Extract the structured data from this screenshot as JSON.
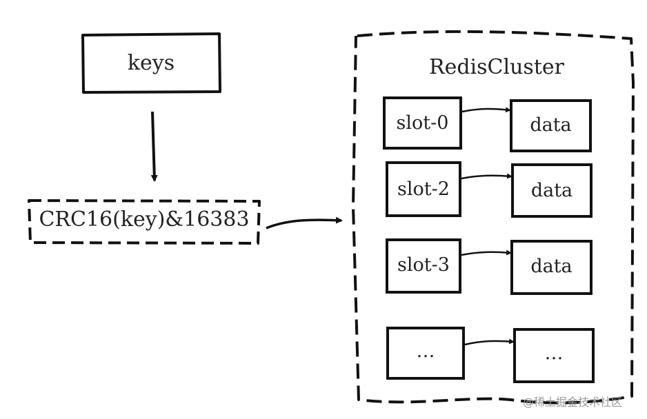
{
  "keys_label": "keys",
  "hash_label": "CRC16(key)&16383",
  "cluster_title": "RedisCluster",
  "slots": [
    {
      "slot": "slot-0",
      "data": "data"
    },
    {
      "slot": "slot-2",
      "data": "data"
    },
    {
      "slot": "slot-3",
      "data": "data"
    },
    {
      "slot": "…",
      "data": "…"
    }
  ],
  "watermark": "@稀土掘金技术社区",
  "colors": {
    "stroke": "#111111",
    "text": "#222222",
    "watermark": "#9a9a9a"
  }
}
